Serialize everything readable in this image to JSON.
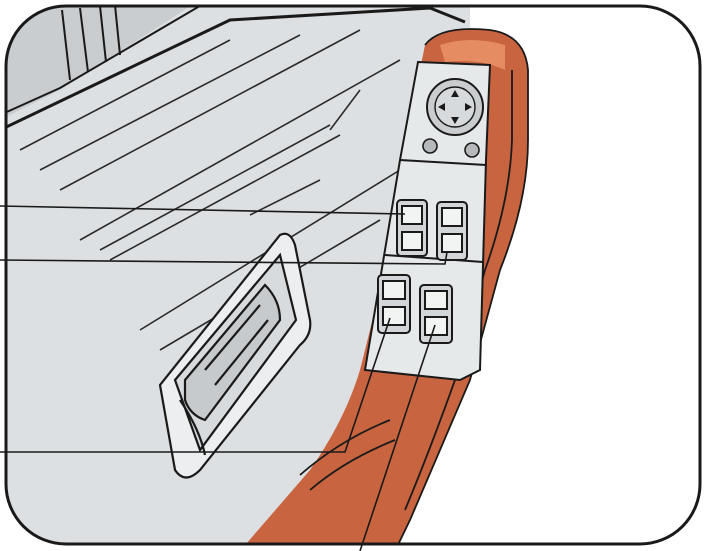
{
  "figure": {
    "subject": "driver-door-panel-window-switches",
    "colors": {
      "background": "#ffffff",
      "door_panel": "#dde0e2",
      "armrest": "#c8643f",
      "armrest_shadow": "#a94b2b",
      "armrest_highlight": "#e58c63",
      "switch_panel": "#e6e9ea",
      "mirror_knob": "#c9cdd0",
      "outline": "#1a1a1a"
    },
    "icons": {
      "mirror_control": "mirror-adjust-joystick-icon",
      "window_switches": "window-rocker-switch-icon"
    },
    "callouts": [
      {
        "id": "callout-1",
        "target": "front-left-window-switch"
      },
      {
        "id": "callout-2",
        "target": "front-right-window-switch"
      },
      {
        "id": "callout-3",
        "target": "rear-left-window-switch"
      },
      {
        "id": "callout-4",
        "target": "rear-right-window-switch"
      }
    ]
  }
}
